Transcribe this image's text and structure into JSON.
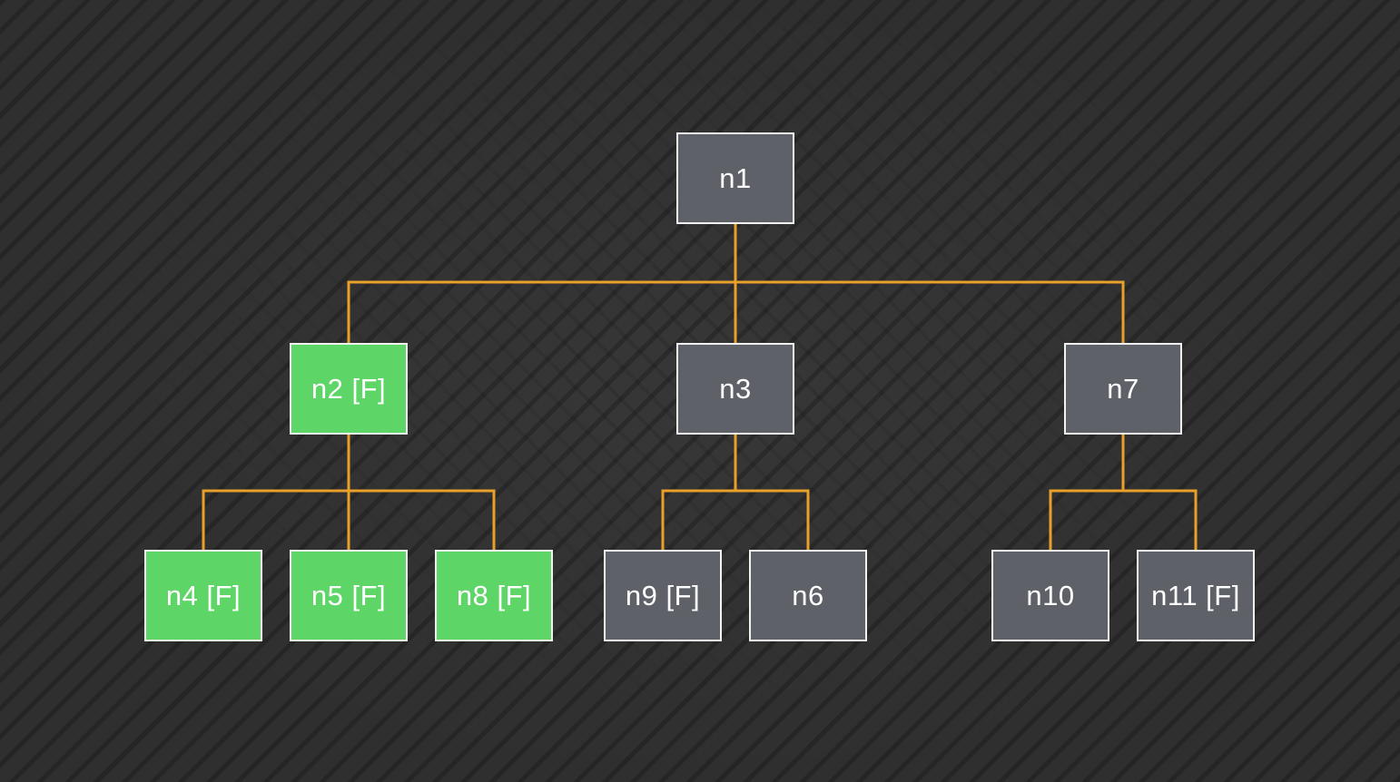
{
  "diagram": {
    "colors": {
      "background": "#2e2e2e",
      "node_default": "#5e6168",
      "node_flagged": "#5ed567",
      "node_border": "#f2f2f2",
      "edge": "#e8a02a",
      "text": "#ffffff"
    },
    "nodes": [
      {
        "id": "n1",
        "label": "n1",
        "flagged": false
      },
      {
        "id": "n2",
        "label": "n2 [F]",
        "flagged": true
      },
      {
        "id": "n3",
        "label": "n3",
        "flagged": false
      },
      {
        "id": "n7",
        "label": "n7",
        "flagged": false
      },
      {
        "id": "n4",
        "label": "n4 [F]",
        "flagged": true
      },
      {
        "id": "n5",
        "label": "n5 [F]",
        "flagged": true
      },
      {
        "id": "n8",
        "label": "n8 [F]",
        "flagged": true
      },
      {
        "id": "n9",
        "label": "n9 [F]",
        "flagged": false
      },
      {
        "id": "n6",
        "label": "n6",
        "flagged": false
      },
      {
        "id": "n10",
        "label": "n10",
        "flagged": false
      },
      {
        "id": "n11",
        "label": "n11 [F]",
        "flagged": false
      }
    ],
    "edges": [
      [
        "n1",
        "n2"
      ],
      [
        "n1",
        "n3"
      ],
      [
        "n1",
        "n7"
      ],
      [
        "n2",
        "n4"
      ],
      [
        "n2",
        "n5"
      ],
      [
        "n2",
        "n8"
      ],
      [
        "n3",
        "n9"
      ],
      [
        "n3",
        "n6"
      ],
      [
        "n7",
        "n10"
      ],
      [
        "n7",
        "n11"
      ]
    ]
  }
}
